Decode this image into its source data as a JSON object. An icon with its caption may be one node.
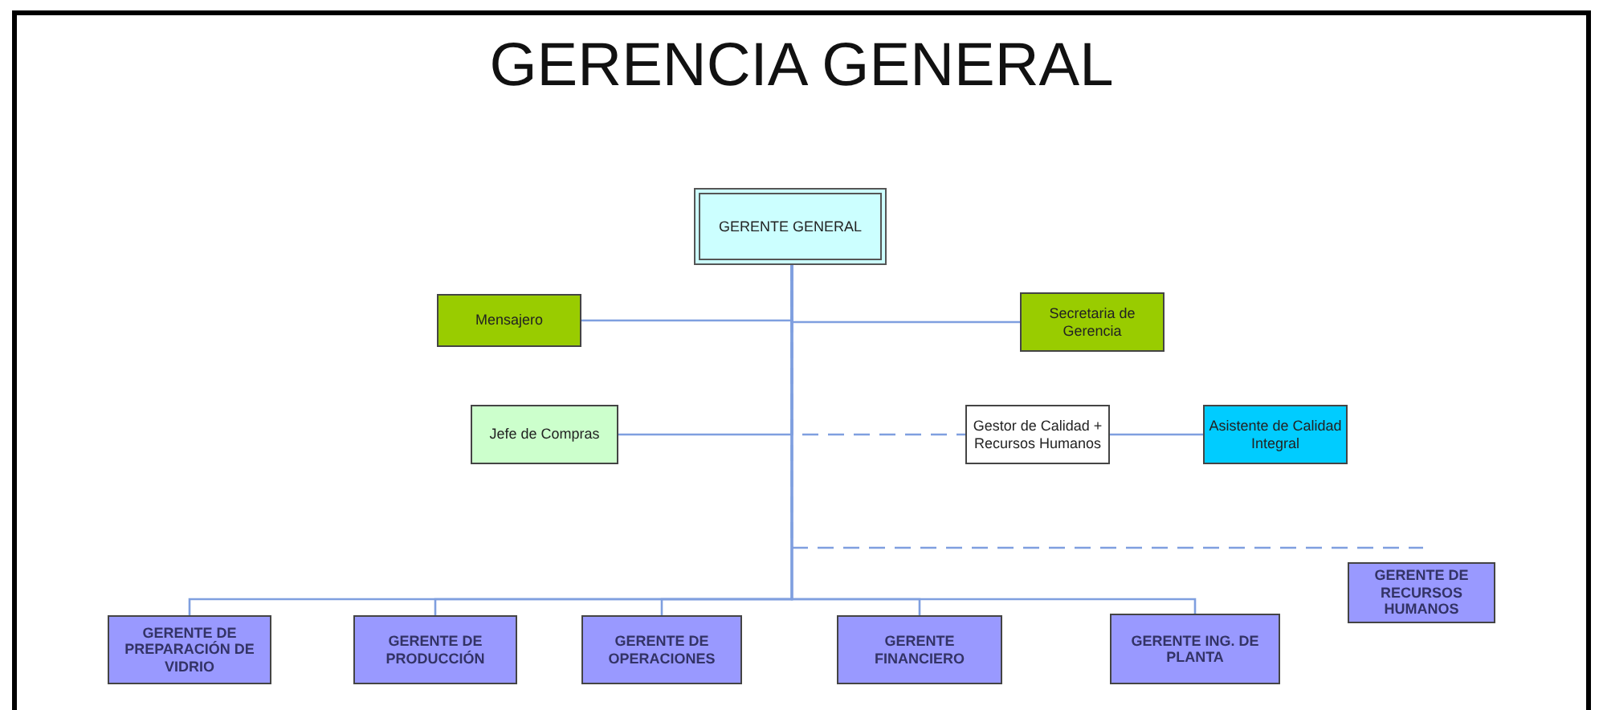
{
  "diagram": {
    "title": "GERENCIA GENERAL",
    "nodes": [
      {
        "text": [
          "GERENTE GENERAL"
        ]
      },
      {
        "text": [
          "Mensajero"
        ]
      },
      {
        "text": [
          "Secretaria de Gerencia"
        ]
      },
      {
        "text": [
          "Jefe de Compras"
        ]
      },
      {
        "text": [
          "Gestor de Calidad + Recursos Humanos"
        ]
      },
      {
        "text": [
          "Asistente de Calidad Integral"
        ]
      },
      {
        "text": [
          "GERENTE DE RECURSOS HUMANOS"
        ]
      },
      {
        "text": [
          "GERENTE DE PREPARACIÓN DE VIDRIO"
        ]
      },
      {
        "text": [
          "GERENTE DE PRODUCCIÓN"
        ]
      },
      {
        "text": [
          "GERENTE DE OPERACIONES"
        ]
      },
      {
        "text": [
          "GERENTE FINANCIERO"
        ]
      },
      {
        "text": [
          "GERENTE ING. DE PLANTA"
        ]
      }
    ],
    "edges": [
      {
        "from": 0,
        "to": 1,
        "arrow": "none"
      },
      {
        "from": 0,
        "to": 2,
        "arrow": "none"
      },
      {
        "from": 0,
        "to": 3,
        "arrow": "none"
      },
      {
        "from": 0,
        "to": 4,
        "arrow": "none",
        "style": "dashed"
      },
      {
        "from": 4,
        "to": 5,
        "arrow": "none"
      },
      {
        "from": 0,
        "to": 6,
        "arrow": "none",
        "style": "dashed"
      },
      {
        "from": 0,
        "to": 7,
        "arrow": "none"
      },
      {
        "from": 0,
        "to": 8,
        "arrow": "none"
      },
      {
        "from": 0,
        "to": 9,
        "arrow": "none"
      },
      {
        "from": 0,
        "to": 10,
        "arrow": "none"
      },
      {
        "from": 0,
        "to": 11,
        "arrow": "none"
      }
    ]
  }
}
